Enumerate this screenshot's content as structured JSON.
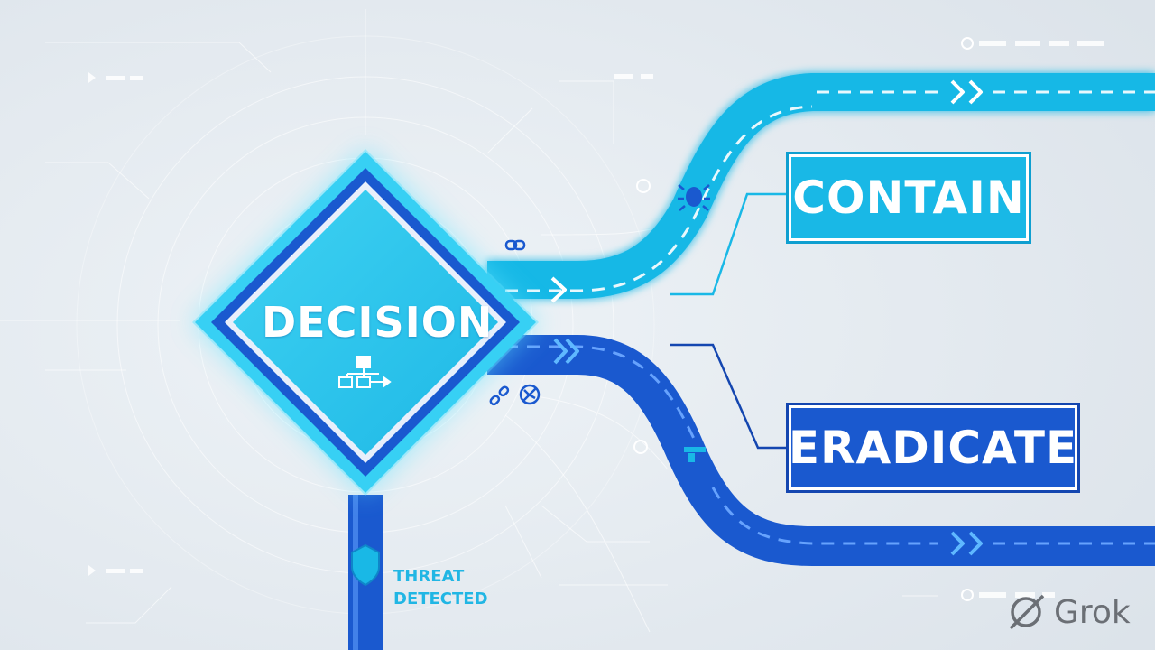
{
  "diagram": {
    "decision_label": "DECISION",
    "branches": [
      {
        "label": "CONTAIN",
        "color": "#19b8e6"
      },
      {
        "label": "ERADICATE",
        "color": "#1a59cf"
      }
    ],
    "status_line1": "THREAT",
    "status_line2": "DETECTED",
    "icons": [
      "flowchart-icon",
      "link-icon",
      "broken-link-icon",
      "no-entry-icon",
      "shield-icon",
      "bug-icon",
      "arrow-chevron-icon"
    ]
  },
  "watermark": {
    "text": "Grok"
  },
  "colors": {
    "background": "#e2e8ee",
    "cyan": "#19b8e6",
    "blue": "#1a59cf",
    "glow": "#5fe3ff"
  }
}
